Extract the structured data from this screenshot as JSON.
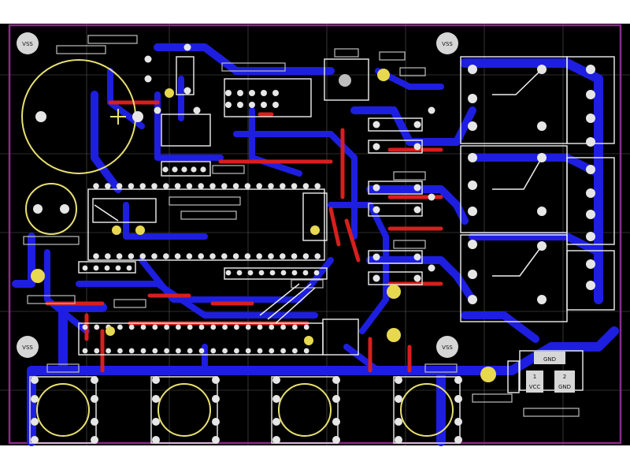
{
  "colors": {
    "background": "#000000",
    "board_outline": "#8a2a8a",
    "grid": "#6a6a6a",
    "bottom_copper": "#1e1ee0",
    "top_copper": "#d81e1e",
    "silkscreen": "#e8e070",
    "white_silk": "#f4f4f4",
    "pad": "#e6e6e6",
    "via_yellow": "#e8d850"
  },
  "labels": {
    "vss": "VSS",
    "vcc": "VCC",
    "gnd": "GND",
    "pin1": "1",
    "pin2": "2",
    "gnd_small": "GND"
  }
}
